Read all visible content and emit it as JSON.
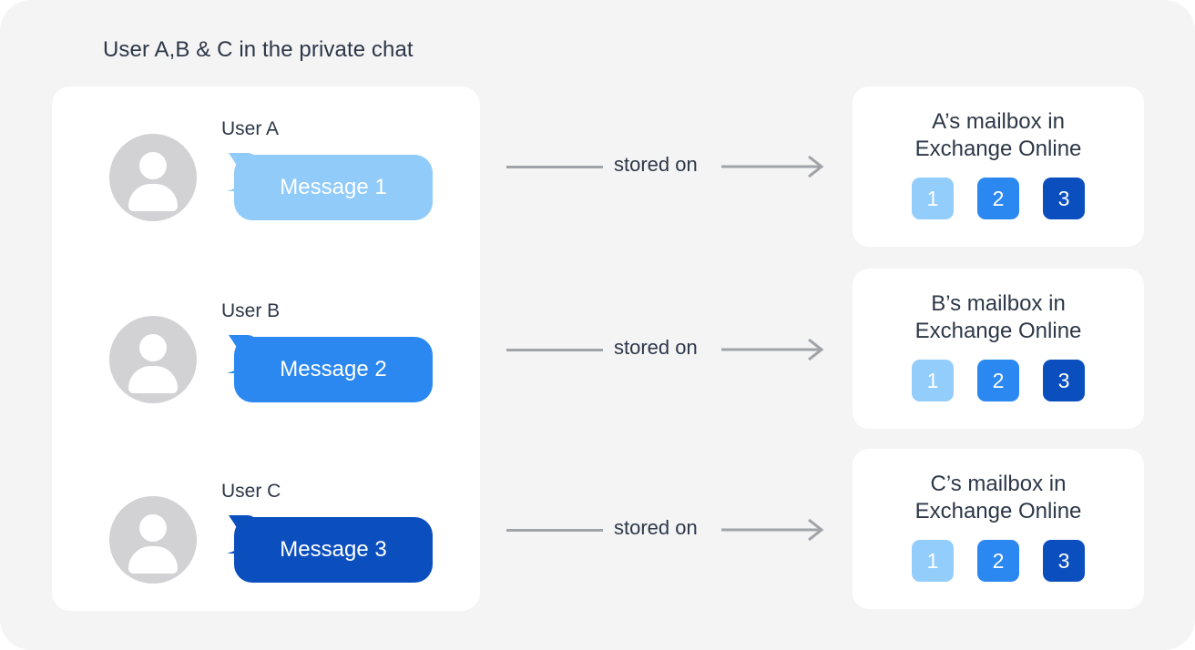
{
  "diagram": {
    "title": "User A,B & C in the private chat",
    "background_color": "#F4F4F5",
    "panel_color": "#FFFFFF",
    "text_color": "#2D3748",
    "connector_color": "#A0A3A8"
  },
  "chat": {
    "rows": [
      {
        "user_label": "User A",
        "message": "Message 1",
        "bubble_color": "#90CBF9",
        "avatar_icon": "person-icon"
      },
      {
        "user_label": "User B",
        "message": "Message 2",
        "bubble_color": "#2B88F0",
        "avatar_icon": "person-icon"
      },
      {
        "user_label": "User C",
        "message": "Message 3",
        "bubble_color": "#0B4FBF",
        "avatar_icon": "person-icon"
      }
    ]
  },
  "connectors": [
    {
      "label": "stored on",
      "icon": "arrow-right-icon"
    },
    {
      "label": "stored on",
      "icon": "arrow-right-icon"
    },
    {
      "label": "stored on",
      "icon": "arrow-right-icon"
    }
  ],
  "mailboxes": [
    {
      "line1": "A’s mailbox in",
      "line2": "Exchange Online",
      "badges": [
        {
          "label": "1",
          "color": "#93CDFC"
        },
        {
          "label": "2",
          "color": "#2B88F0"
        },
        {
          "label": "3",
          "color": "#0B4FBF"
        }
      ]
    },
    {
      "line1": "B’s mailbox in",
      "line2": "Exchange Online",
      "badges": [
        {
          "label": "1",
          "color": "#93CDFC"
        },
        {
          "label": "2",
          "color": "#2B88F0"
        },
        {
          "label": "3",
          "color": "#0B4FBF"
        }
      ]
    },
    {
      "line1": "C’s mailbox in",
      "line2": "Exchange Online",
      "badges": [
        {
          "label": "1",
          "color": "#93CDFC"
        },
        {
          "label": "2",
          "color": "#2B88F0"
        },
        {
          "label": "3",
          "color": "#0B4FBF"
        }
      ]
    }
  ]
}
